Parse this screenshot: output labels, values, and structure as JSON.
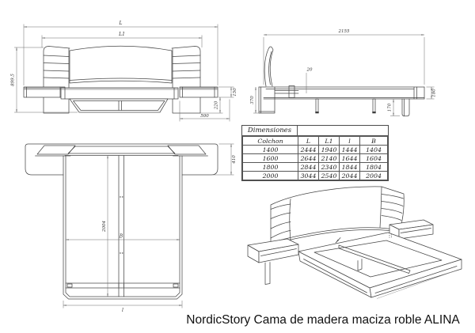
{
  "caption": "NordicStory Cama de madera maciza roble ALINA",
  "views": {
    "front": {
      "label_overall_width": "L",
      "label_headboard_width": "L1",
      "dim_total_height": "899.5",
      "dim_shelf_thickness": "150",
      "dim_shelf_height": "220",
      "dim_nightstand_depth": "500"
    },
    "side": {
      "dim_total_length": "2155",
      "dim_mattress_recess": "20",
      "dim_base_height": "370",
      "dim_frame_height": "180",
      "dim_floor_clearance": "170"
    },
    "top": {
      "dim_headboard_depth": "410",
      "dim_frame_length": "2004",
      "label_inner_width": "B",
      "label_outer_width": "l"
    }
  },
  "table": {
    "title": "Dimensiones",
    "columns": [
      "Colchon",
      "L",
      "L1",
      "l",
      "B"
    ],
    "rows": [
      [
        "1400",
        "2444",
        "1940",
        "1444",
        "1404"
      ],
      [
        "1600",
        "2644",
        "2140",
        "1644",
        "1604"
      ],
      [
        "1800",
        "2844",
        "2340",
        "1844",
        "1804"
      ],
      [
        "2000",
        "3044",
        "2540",
        "2044",
        "2004"
      ]
    ]
  }
}
